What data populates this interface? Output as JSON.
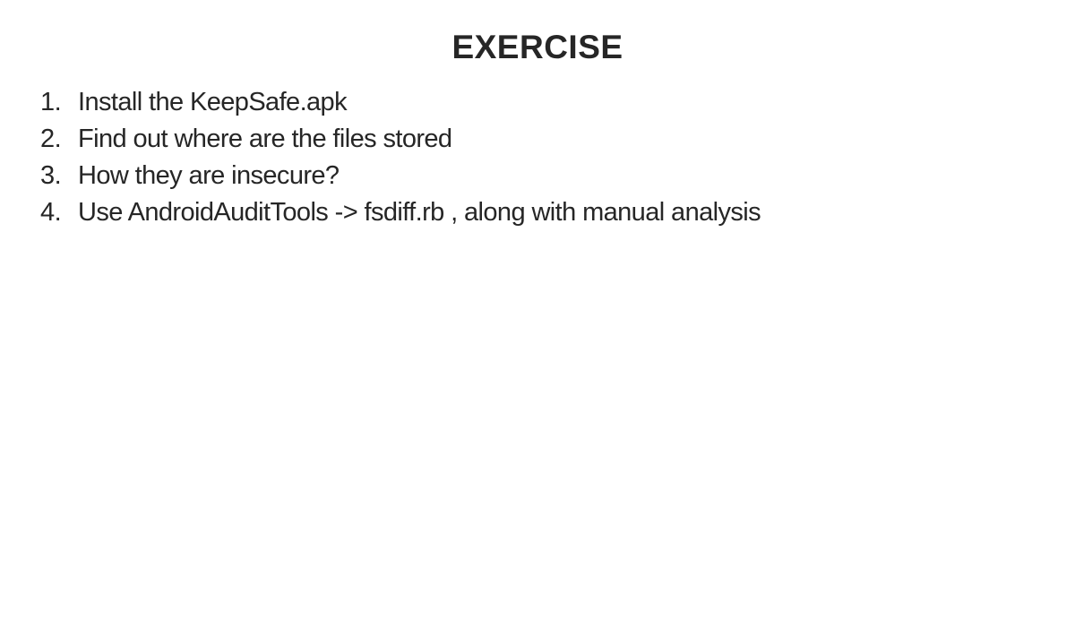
{
  "slide": {
    "title": "EXERCISE",
    "items": [
      {
        "number": "1.",
        "text": "Install the KeepSafe.apk"
      },
      {
        "number": "2.",
        "text": "Find out where are the files stored"
      },
      {
        "number": "3.",
        "text": "How they are insecure?"
      },
      {
        "number": "4.",
        "text": "Use AndroidAuditTools -> fsdiff.rb , along with manual analysis"
      }
    ]
  },
  "colors": {
    "background": "#ffffff",
    "text": "#262626"
  }
}
